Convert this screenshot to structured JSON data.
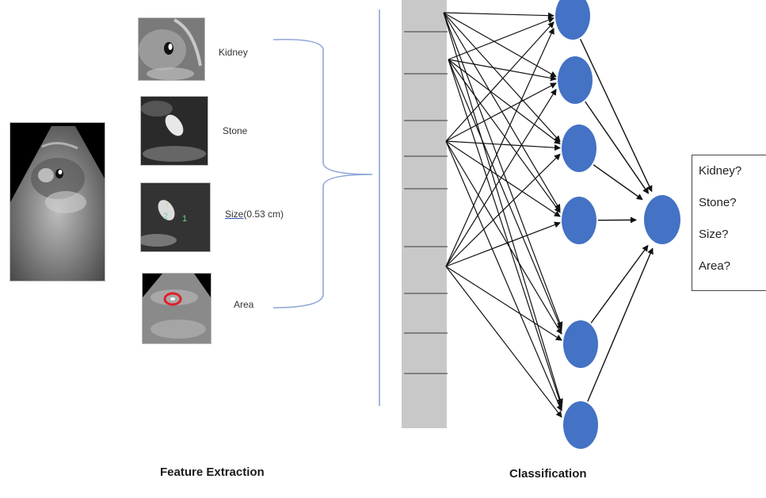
{
  "diagram": {
    "title_feature": "Feature Extraction",
    "title_classification": "Classification",
    "input_image": {
      "name": "kidney-ultrasound"
    },
    "features": [
      {
        "key": "kidney",
        "label": "Kidney"
      },
      {
        "key": "stone",
        "label": "Stone"
      },
      {
        "key": "size",
        "label_word": "Size",
        "label_value": "(0.53 cm)"
      },
      {
        "key": "area",
        "label": "Area"
      }
    ],
    "outputs": [
      "Kidney?",
      "Stone?",
      "Size?",
      "Area?"
    ],
    "colors": {
      "node": "#4472c4",
      "brace": "#8ea5d6",
      "arrow": "#111111",
      "input_layer": "#c8c8c8",
      "area_marker": "#e0202a"
    },
    "network": {
      "input_slots": 10,
      "hidden_nodes": 6,
      "output_nodes": 1
    }
  }
}
